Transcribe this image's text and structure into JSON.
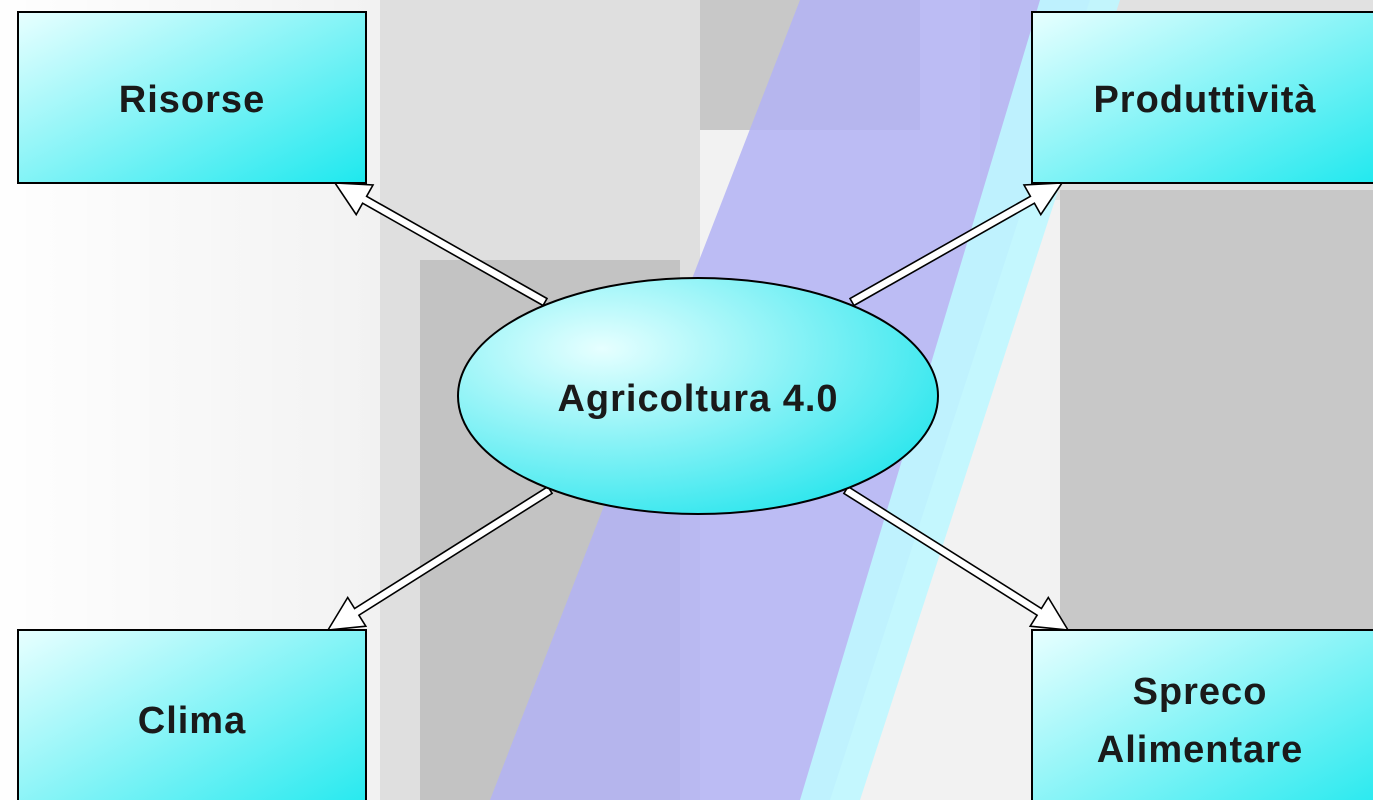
{
  "diagram": {
    "center": {
      "label": "Agricoltura 4.0"
    },
    "nodes": [
      {
        "id": "risorse",
        "lines": [
          "Risorse"
        ]
      },
      {
        "id": "produttivita",
        "lines": [
          "Produttività"
        ]
      },
      {
        "id": "clima",
        "lines": [
          "Clima"
        ]
      },
      {
        "id": "spreco",
        "lines": [
          "Spreco",
          "Alimentare"
        ]
      }
    ],
    "colors": {
      "node_fill_light": "#e6ffff",
      "node_fill_dark": "#1fe6ec",
      "stroke": "#000000",
      "band_blue": "#b3b3f5",
      "band_cyan": "#bff7ff"
    }
  }
}
